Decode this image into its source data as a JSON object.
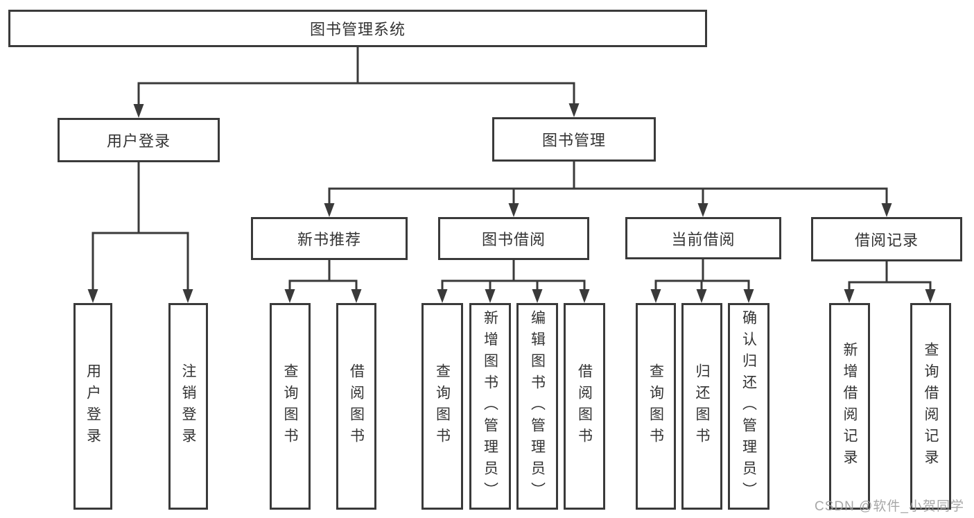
{
  "diagram": {
    "type": "hierarchy-tree",
    "colors": {
      "line": "#3a3a3a",
      "border": "#3a3a3a",
      "text": "#333333",
      "background": "#ffffff",
      "watermark": "#9e9e9e"
    },
    "tree": {
      "label": "图书管理系统",
      "children": [
        {
          "label": "用户登录",
          "children": [
            {
              "label": "用户登录"
            },
            {
              "label": "注销登录"
            }
          ]
        },
        {
          "label": "图书管理",
          "children": [
            {
              "label": "新书推荐",
              "children": [
                {
                  "label": "查询图书"
                },
                {
                  "label": "借阅图书"
                }
              ]
            },
            {
              "label": "图书借阅",
              "children": [
                {
                  "label": "查询图书"
                },
                {
                  "label": "新增图书（管理员）"
                },
                {
                  "label": "编辑图书（管理员）"
                },
                {
                  "label": "借阅图书"
                }
              ]
            },
            {
              "label": "当前借阅",
              "children": [
                {
                  "label": "查询图书"
                },
                {
                  "label": "归还图书"
                },
                {
                  "label": "确认归还（管理员）"
                }
              ]
            },
            {
              "label": "借阅记录",
              "children": [
                {
                  "label": "新增借阅记录"
                },
                {
                  "label": "查询借阅记录"
                }
              ]
            }
          ]
        }
      ]
    }
  },
  "watermark": {
    "text": "CSDN @软件_小贺同学"
  }
}
